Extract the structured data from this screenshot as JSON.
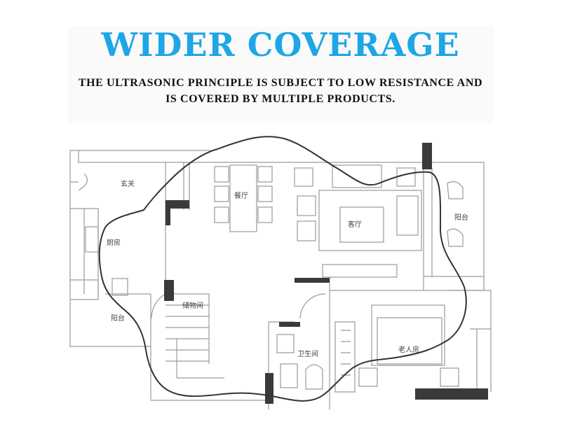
{
  "headline": "WIDER COVERAGE",
  "subtitle": {
    "line1": "THE ULTRASONIC PRINCIPLE IS SUBJECT TO LOW RESISTANCE AND",
    "line2": "IS COVERED BY MULTIPLE PRODUCTS."
  },
  "rooms": {
    "entrance": "玄关",
    "dining": "餐厅",
    "kitchen": "厨房",
    "living": "客厅",
    "balcony_east": "阳台",
    "balcony_west": "阳台",
    "storage": "储物间",
    "bathroom": "卫生间",
    "elder_room": "老人房"
  },
  "colors": {
    "headline": "#1ea6e6",
    "wall_dark": "#3a3a3a",
    "plan_line": "#9a9a9a",
    "coverage_line": "#333333"
  }
}
